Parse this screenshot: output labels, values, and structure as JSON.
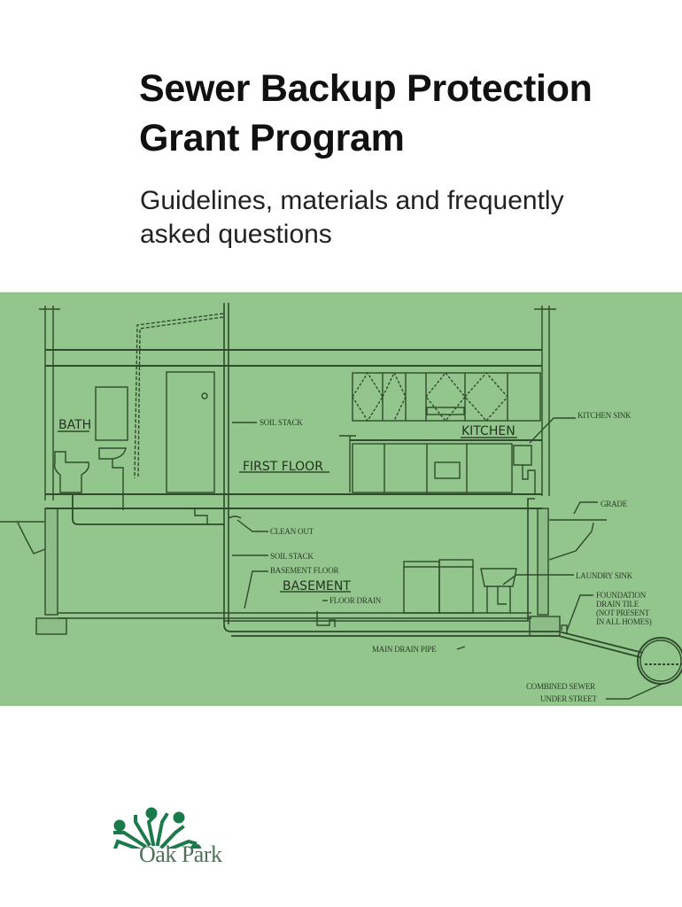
{
  "document": {
    "title_line1": "Sewer Backup Protection",
    "title_line2": "Grant Program",
    "subtitle_line1": "Guidelines, materials and frequently",
    "subtitle_line2": "asked questions"
  },
  "diagram": {
    "background_color": "#93c68d",
    "rooms": {
      "bath": "BATH",
      "first_floor": "FIRST FLOOR",
      "kitchen": "KITCHEN",
      "basement": "BASEMENT"
    },
    "callouts": {
      "soil_stack_upper": "SOIL STACK",
      "kitchen_sink": "KITCHEN SINK",
      "grade": "GRADE",
      "clean_out": "CLEAN OUT",
      "soil_stack_lower": "SOIL STACK",
      "basement_floor": "BASEMENT FLOOR",
      "floor_drain": "FLOOR DRAIN",
      "laundry_sink": "LAUNDRY SINK",
      "foundation_drain_tile": [
        "FOUNDATION",
        "DRAIN TILE",
        "(NOT PRESENT",
        "IN ALL HOMES)"
      ],
      "main_drain_pipe": "MAIN DRAIN PIPE",
      "combined_sewer": [
        "COMBINED SEWER",
        "UNDER STREET"
      ]
    }
  },
  "logo": {
    "name": "Oak Park",
    "color": "#1b7a4b"
  }
}
